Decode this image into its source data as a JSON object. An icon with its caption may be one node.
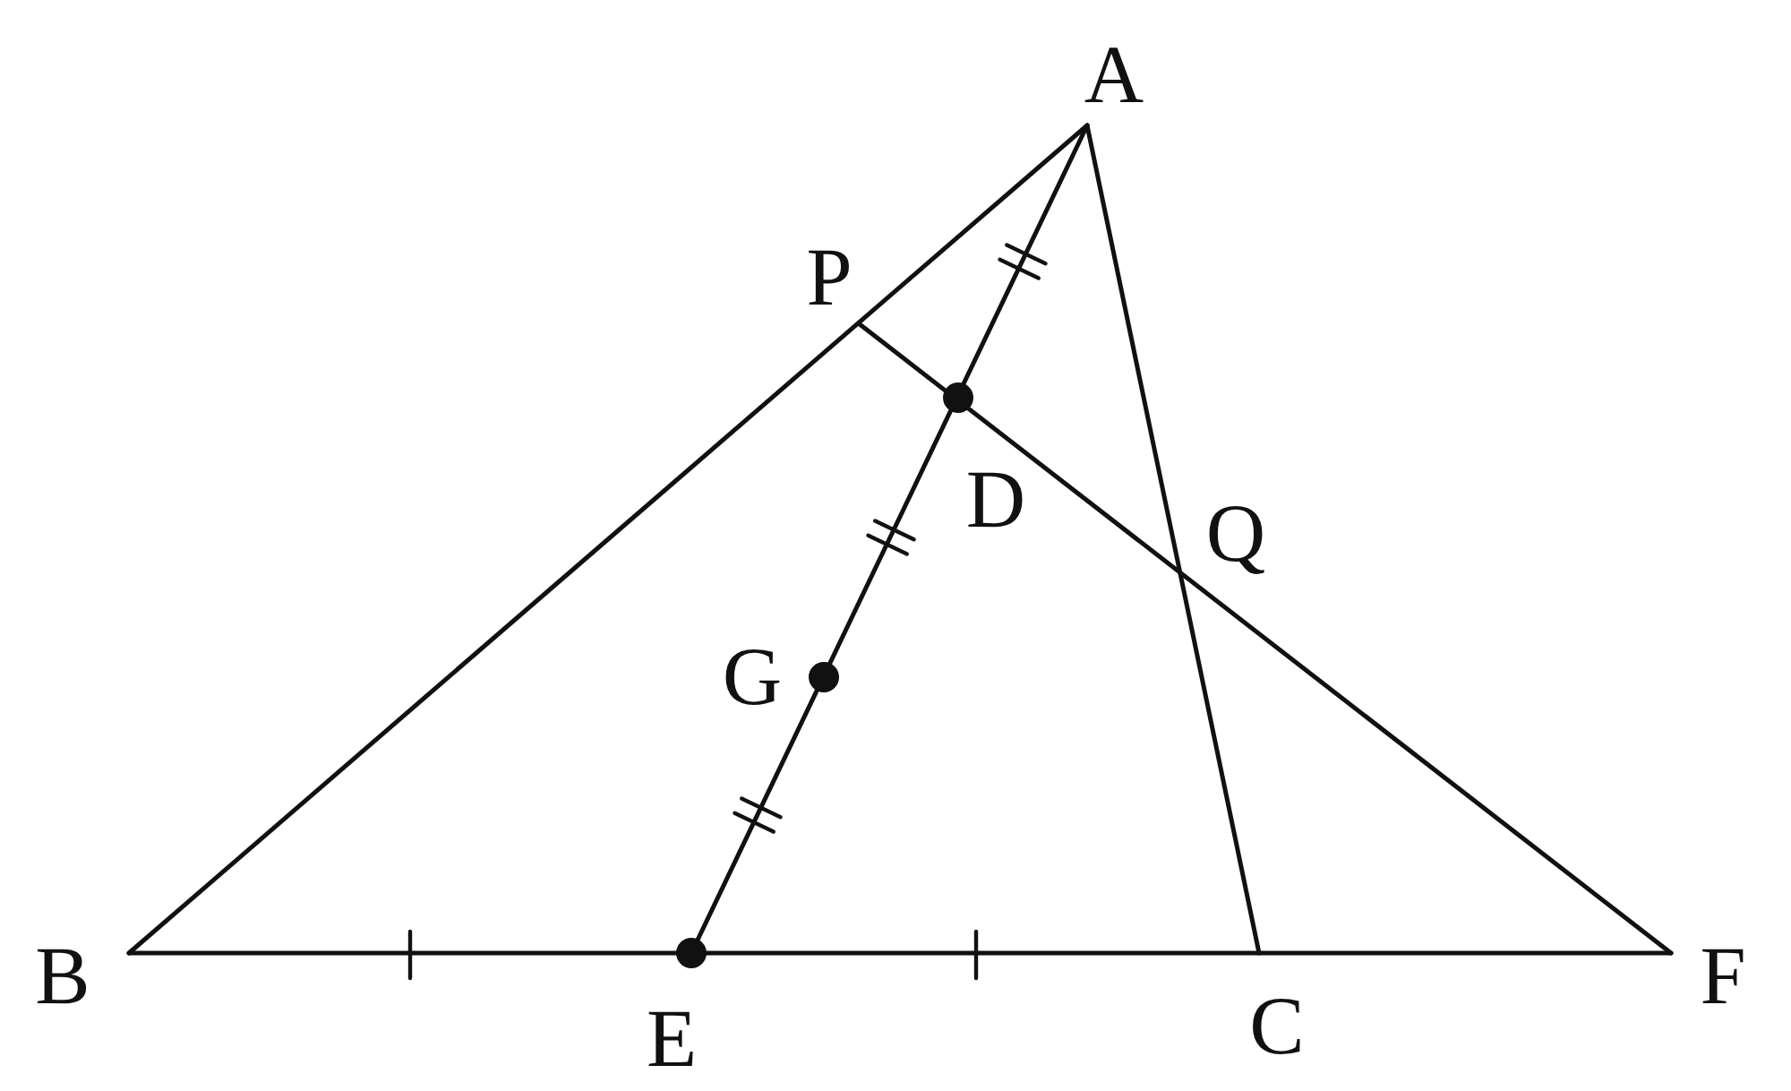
{
  "diagram": {
    "labels": [
      "A",
      "P",
      "D",
      "Q",
      "G",
      "B",
      "E",
      "C",
      "F"
    ]
  }
}
